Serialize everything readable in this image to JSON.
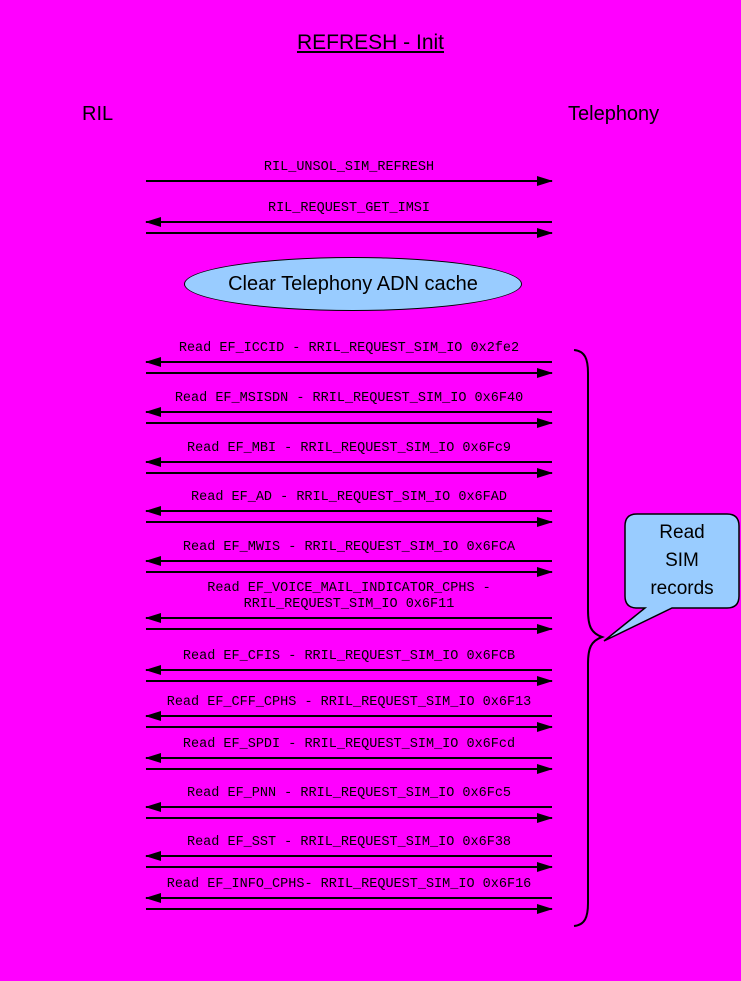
{
  "diagram": {
    "title": "REFRESH - Init",
    "participants": {
      "left": "RIL",
      "right": "Telephony"
    },
    "top_messages": [
      {
        "label": "RIL_UNSOL_SIM_REFRESH",
        "arrows": [
          "right"
        ]
      },
      {
        "label": "RIL_REQUEST_GET_IMSI",
        "arrows": [
          "left",
          "right"
        ]
      }
    ],
    "note": "Clear Telephony ADN cache",
    "read_messages": [
      {
        "label": "Read EF_ICCID - RRIL_REQUEST_SIM_IO 0x2fe2",
        "arrows": [
          "left",
          "right"
        ]
      },
      {
        "label": "Read EF_MSISDN - RRIL_REQUEST_SIM_IO 0x6F40",
        "arrows": [
          "left",
          "right"
        ]
      },
      {
        "label": "Read EF_MBI - RRIL_REQUEST_SIM_IO 0x6Fc9",
        "arrows": [
          "left",
          "right"
        ]
      },
      {
        "label": "Read EF_AD - RRIL_REQUEST_SIM_IO 0x6FAD",
        "arrows": [
          "left",
          "right"
        ]
      },
      {
        "label": "Read EF_MWIS - RRIL_REQUEST_SIM_IO 0x6FCA",
        "arrows": [
          "left",
          "right"
        ]
      },
      {
        "label": "Read EF_VOICE_MAIL_INDICATOR_CPHS - RRIL_REQUEST_SIM_IO 0x6F11",
        "arrows": [
          "left",
          "right"
        ]
      },
      {
        "label": "Read EF_CFIS - RRIL_REQUEST_SIM_IO 0x6FCB",
        "arrows": [
          "left",
          "right"
        ]
      },
      {
        "label": "Read EF_CFF_CPHS - RRIL_REQUEST_SIM_IO 0x6F13",
        "arrows": [
          "left",
          "right"
        ]
      },
      {
        "label": "Read EF_SPDI - RRIL_REQUEST_SIM_IO 0x6Fcd",
        "arrows": [
          "left",
          "right"
        ]
      },
      {
        "label": "Read EF_PNN - RRIL_REQUEST_SIM_IO 0x6Fc5",
        "arrows": [
          "left",
          "right"
        ]
      },
      {
        "label": "Read EF_SST - RRIL_REQUEST_SIM_IO 0x6F38",
        "arrows": [
          "left",
          "right"
        ]
      },
      {
        "label": "Read EF_INFO_CPHS- RRIL_REQUEST_SIM_IO 0x6F16",
        "arrows": [
          "left",
          "right"
        ]
      }
    ],
    "brace_callout": "Read SIM records",
    "colors": {
      "background": "#FF00FF",
      "bubble_fill": "#99CCFF",
      "line": "#000000"
    }
  }
}
